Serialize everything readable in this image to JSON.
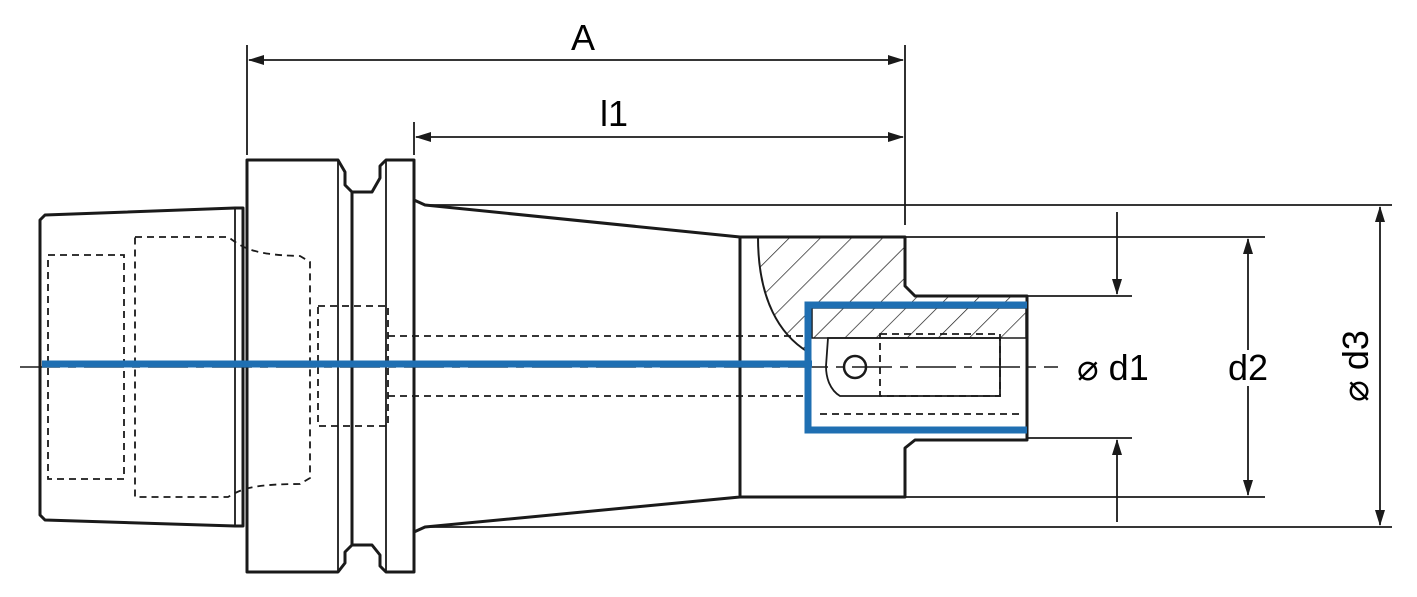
{
  "labels": {
    "A": "A",
    "l1": "l1",
    "d1": "⌀ d1",
    "d2": "d2",
    "d3": "⌀ d3"
  },
  "colors": {
    "coolant_channel": "#1f6fb2",
    "line": "#1a1a1a"
  }
}
